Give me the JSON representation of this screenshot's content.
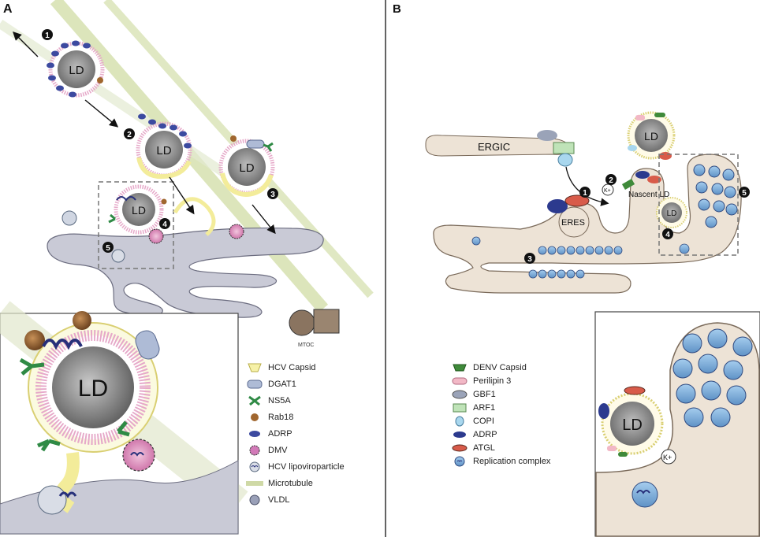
{
  "panels": {
    "a": {
      "letter": "A"
    },
    "b": {
      "letter": "B"
    }
  },
  "panel_a": {
    "labels": {
      "ld": "LD",
      "mtoc": "MTOC"
    },
    "steps": [
      "1",
      "2",
      "3",
      "4",
      "5"
    ],
    "legend": [
      {
        "icon": "hcv-capsid-icon",
        "label": "HCV Capsid",
        "color": "#f6f1a8"
      },
      {
        "icon": "dgat1-icon",
        "label": "DGAT1",
        "color": "#aebbd6"
      },
      {
        "icon": "ns5a-icon",
        "label": "NS5A",
        "color": "#2f8a45"
      },
      {
        "icon": "rab18-icon",
        "label": "Rab18",
        "color": "#a0662e"
      },
      {
        "icon": "adrp-icon",
        "label": "ADRP",
        "color": "#3c4aa0"
      },
      {
        "icon": "dmv-icon",
        "label": "DMV",
        "color": "#d27ab8"
      },
      {
        "icon": "hcv-lipoviroparticle-icon",
        "label": "HCV lipoviroparticle",
        "color": "#b9c4d0"
      },
      {
        "icon": "microtubule-icon",
        "label": "Microtubule",
        "color": "#d9e2b8"
      },
      {
        "icon": "vldl-icon",
        "label": "VLDL",
        "color": "#9aa0b8"
      }
    ]
  },
  "panel_b": {
    "labels": {
      "ergic": "ERGIC",
      "eres": "ERES",
      "nascent_ld": "Nascent LD",
      "ld": "LD",
      "k_plus": "K+"
    },
    "steps": [
      "1",
      "2",
      "3",
      "4",
      "5"
    ],
    "legend": [
      {
        "icon": "denv-capsid-icon",
        "label": "DENV Capsid",
        "color": "#3f8a3a"
      },
      {
        "icon": "perilipin-3-icon",
        "label": "Perilipin 3",
        "color": "#f2b8c6"
      },
      {
        "icon": "gbf1-icon",
        "label": "GBF1",
        "color": "#9aa3b8"
      },
      {
        "icon": "arf1-icon",
        "label": "ARF1",
        "color": "#bfe3b8"
      },
      {
        "icon": "copi-icon",
        "label": "COPI",
        "color": "#a9d7ee"
      },
      {
        "icon": "adrp-icon",
        "label": "ADRP",
        "color": "#2c3a8e"
      },
      {
        "icon": "atgl-icon",
        "label": "ATGL",
        "color": "#d85b4a"
      },
      {
        "icon": "replication-complex-icon",
        "label": "Replication complex",
        "color": "#6fa6d8"
      }
    ]
  },
  "colors": {
    "er": "#ede3d6",
    "er_stroke": "#7a6a5a",
    "er_grey": "#c9cad6",
    "ld_core": "#8a8a8a",
    "membrane_pink": "#e6a9c9",
    "divider": "#222222"
  }
}
